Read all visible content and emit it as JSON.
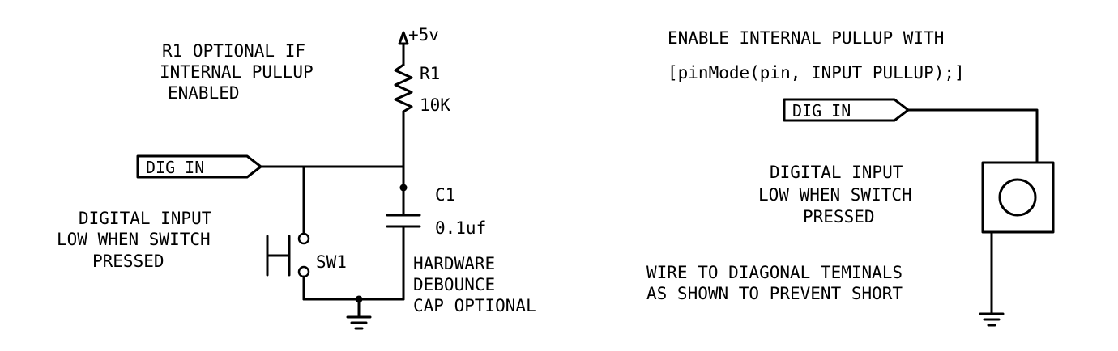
{
  "left": {
    "supply_label": "+5v",
    "r1_note": [
      "R1 OPTIONAL IF",
      "INTERNAL PULLUP",
      "ENABLED"
    ],
    "r1_name": "R1",
    "r1_value": "10K",
    "dig_in_label": "DIG IN",
    "c1_name": "C1",
    "c1_value": "0.1uf",
    "input_note": [
      "DIGITAL INPUT",
      "LOW WHEN SWITCH",
      "PRESSED"
    ],
    "sw1_name": "SW1",
    "cap_note": [
      "HARDWARE",
      "DEBOUNCE",
      "CAP OPTIONAL"
    ]
  },
  "right": {
    "pullup_note": [
      "ENABLE INTERNAL PULLUP WITH",
      "[pinMode(pin, INPUT_PULLUP);]"
    ],
    "dig_in_label": "DIG IN",
    "input_note": [
      "DIGITAL INPUT",
      "LOW WHEN SWITCH",
      "PRESSED"
    ],
    "wire_note": [
      "WIRE TO DIAGONAL TEMINALS",
      "AS SHOWN TO PREVENT SHORT"
    ]
  }
}
